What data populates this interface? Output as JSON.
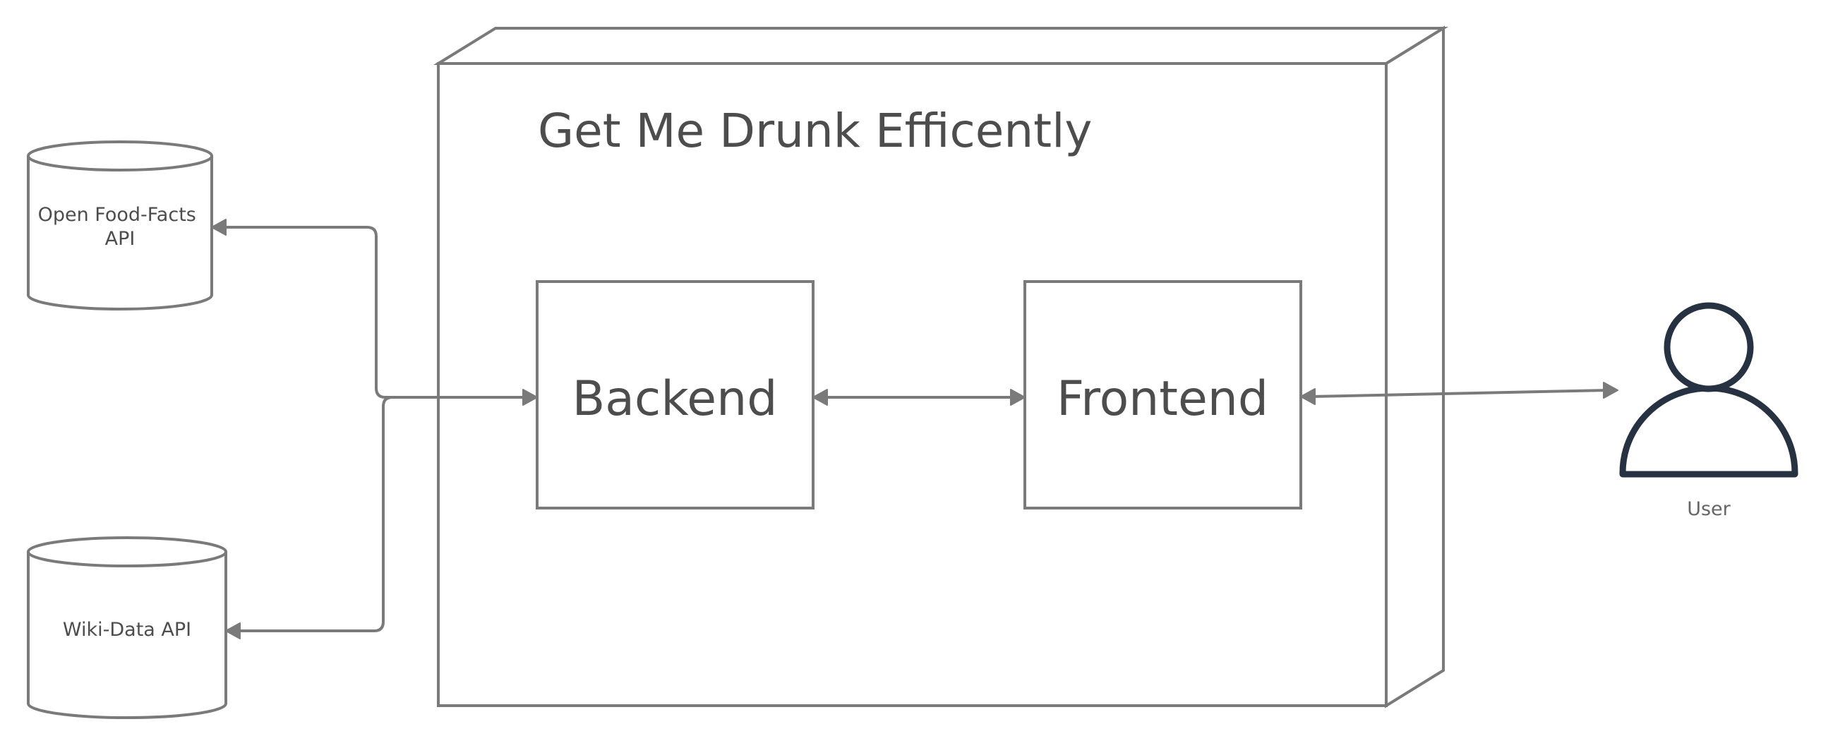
{
  "diagram": {
    "system": {
      "title": "Get Me Drunk Efficently"
    },
    "components": {
      "backend": "Backend",
      "frontend": "Frontend"
    },
    "datastores": {
      "open_food_facts": {
        "line1": "Open Food-Facts",
        "line2": "API"
      },
      "wiki_data": {
        "label": "Wiki-Data API"
      }
    },
    "actor": {
      "label": "User"
    },
    "colors": {
      "stroke": "#7a7a7a",
      "text": "#4d4d4d",
      "actor": "#263142"
    }
  }
}
